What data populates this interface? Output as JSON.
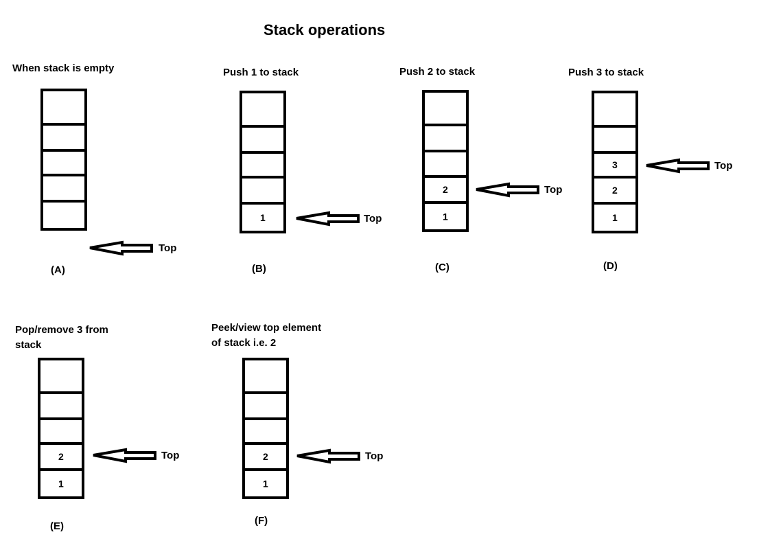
{
  "title": "Stack operations",
  "top_label": "Top",
  "panels": [
    {
      "id": "A",
      "caption": [
        "When stack is empty"
      ],
      "label": "(A)",
      "cells": [
        "",
        "",
        "",
        "",
        ""
      ]
    },
    {
      "id": "B",
      "caption": [
        "Push 1 to stack"
      ],
      "label": "(B)",
      "cells": [
        "",
        "",
        "",
        "",
        "1"
      ]
    },
    {
      "id": "C",
      "caption": [
        "Push 2 to stack"
      ],
      "label": "(C)",
      "cells": [
        "",
        "",
        "",
        "2",
        "1"
      ]
    },
    {
      "id": "D",
      "caption": [
        "Push 3 to stack"
      ],
      "label": "(D)",
      "cells": [
        "",
        "",
        "3",
        "2",
        "1"
      ]
    },
    {
      "id": "E",
      "caption": [
        "Pop/remove 3 from",
        "stack"
      ],
      "label": "(E)",
      "cells": [
        "",
        "",
        "",
        "2",
        "1"
      ]
    },
    {
      "id": "F",
      "caption": [
        "Peek/view top element",
        "of stack i.e. 2"
      ],
      "label": "(F)",
      "cells": [
        "",
        "",
        "",
        "2",
        "1"
      ]
    }
  ]
}
